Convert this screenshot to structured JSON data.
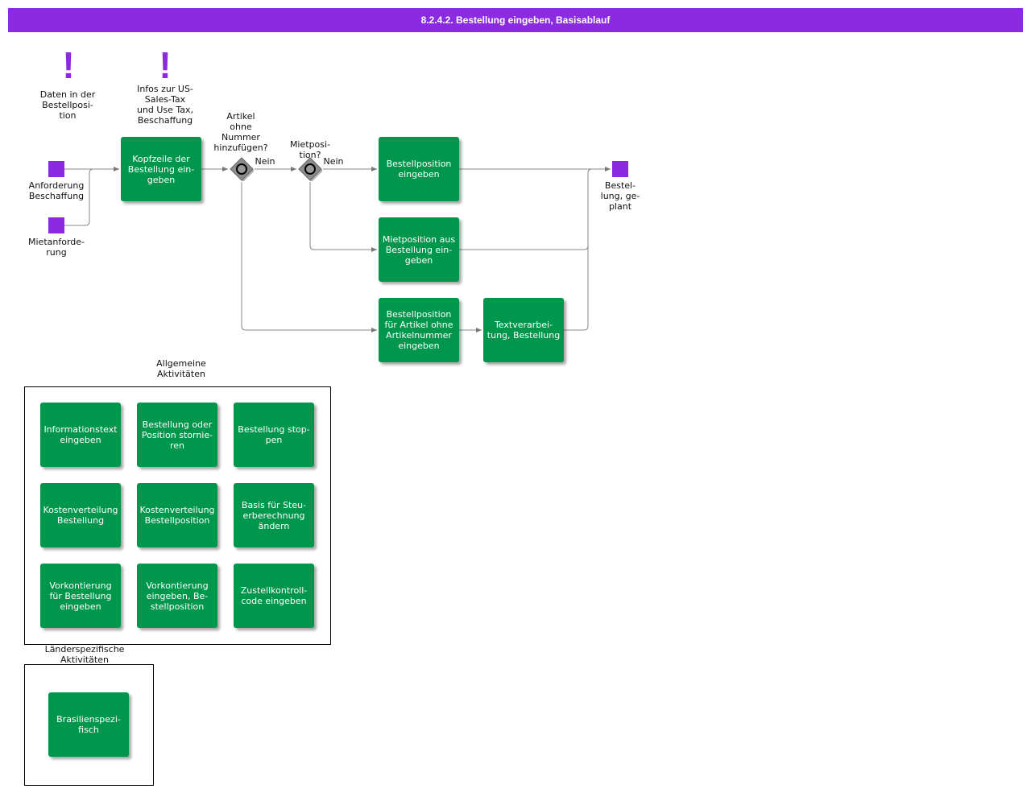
{
  "title": "8.2.4.2. Bestellung eingeben, Basisablauf",
  "colors": {
    "title_bg": "#8a2be2",
    "activity": "#00964b",
    "event": "#8a2be2",
    "gateway": "#808080"
  },
  "notes": {
    "daten": "Daten in der\nBestellposi-\ntion",
    "infos": "Infos zur US-\nSales-Tax\nund Use Tax,\nBeschaffung"
  },
  "events": {
    "anforderung": "Anforderung\nBeschaffung",
    "mietanforderung": "Mietanforde-\nrung",
    "bestellung_geplant": "Bestel-\nlung, ge-\nplant"
  },
  "gateways": {
    "artikel_ohne_nummer": "Artikel\nohne\nNummer\nhinzufügen?",
    "mietposition": "Mietposi-\ntion?",
    "nein_1": "Nein",
    "nein_2": "Nein"
  },
  "activities": {
    "kopfzeile": "Kopfzeile der\nBestellung ein-\ngeben",
    "bestellposition": "Bestellposition\neingeben",
    "mietposition": "Mietposition aus\nBestellung ein-\ngeben",
    "ohne_artikelnummer": "Bestellposition\nfür Artikel ohne\nArtikelnummer\neingeben",
    "textverarbeitung": "Textverarbei-\ntung, Bestellung"
  },
  "group_allgemeine": {
    "label": "Allgemeine\nAktivitäten",
    "items": [
      "Informationstext\neingeben",
      "Bestellung oder\nPosition stornie-\nren",
      "Bestellung stop-\npen",
      "Kostenverteilung\nBestellung",
      "Kostenverteilung\nBestellposition",
      "Basis für Steu-\nerberechnung\nändern",
      "Vorkontierung\nfür Bestellung\neingeben",
      "Vorkontierung\neingeben, Be-\nstellposition",
      "Zustellkontroll-\ncode eingeben"
    ]
  },
  "group_laender": {
    "label": "Länderspezifische\nAktivitäten",
    "items": [
      "Brasilienspezi-\nfisch"
    ]
  }
}
